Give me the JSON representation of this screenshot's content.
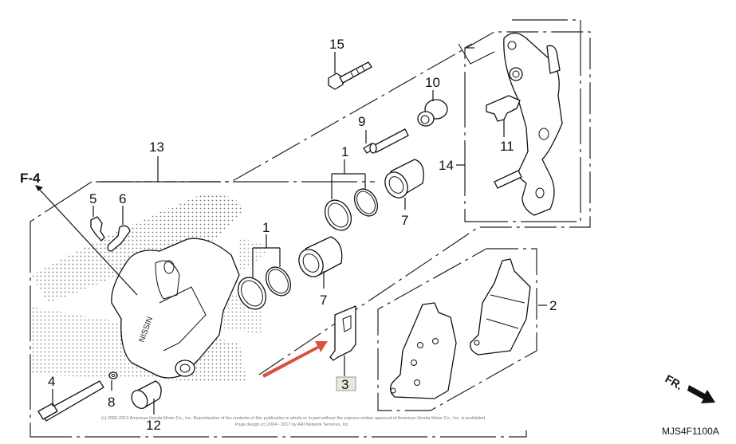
{
  "diagram": {
    "title_code": "MJS4F1100A",
    "reference": "F-4",
    "front_indicator": "FR.",
    "copyright_line1": "(c) 2002-2013 American Honda Motor Co., Inc. Reproduction of the contents of this publication in whole or in part without the express written approval of American Honda Motor Co., Inc. is prohibited.",
    "copyright_line2": "Page design (c) 2004 - 2017 by ARI Network Services, Inc.",
    "caliper_marking": "NISSIN",
    "highlighted_part": "3",
    "highlight_arrow_color": "#d9503f",
    "highlight_box_color": "#e8e8dc",
    "callouts": [
      {
        "id": "c1a",
        "label": "1"
      },
      {
        "id": "c1b",
        "label": "1"
      },
      {
        "id": "c2",
        "label": "2"
      },
      {
        "id": "c3",
        "label": "3"
      },
      {
        "id": "c4",
        "label": "4"
      },
      {
        "id": "c5",
        "label": "5"
      },
      {
        "id": "c6",
        "label": "6"
      },
      {
        "id": "c7a",
        "label": "7"
      },
      {
        "id": "c7b",
        "label": "7"
      },
      {
        "id": "c8",
        "label": "8"
      },
      {
        "id": "c9",
        "label": "9"
      },
      {
        "id": "c10",
        "label": "10"
      },
      {
        "id": "c11",
        "label": "11"
      },
      {
        "id": "c12",
        "label": "12"
      },
      {
        "id": "c13",
        "label": "13"
      },
      {
        "id": "c14",
        "label": "14"
      },
      {
        "id": "c15",
        "label": "15"
      }
    ]
  }
}
